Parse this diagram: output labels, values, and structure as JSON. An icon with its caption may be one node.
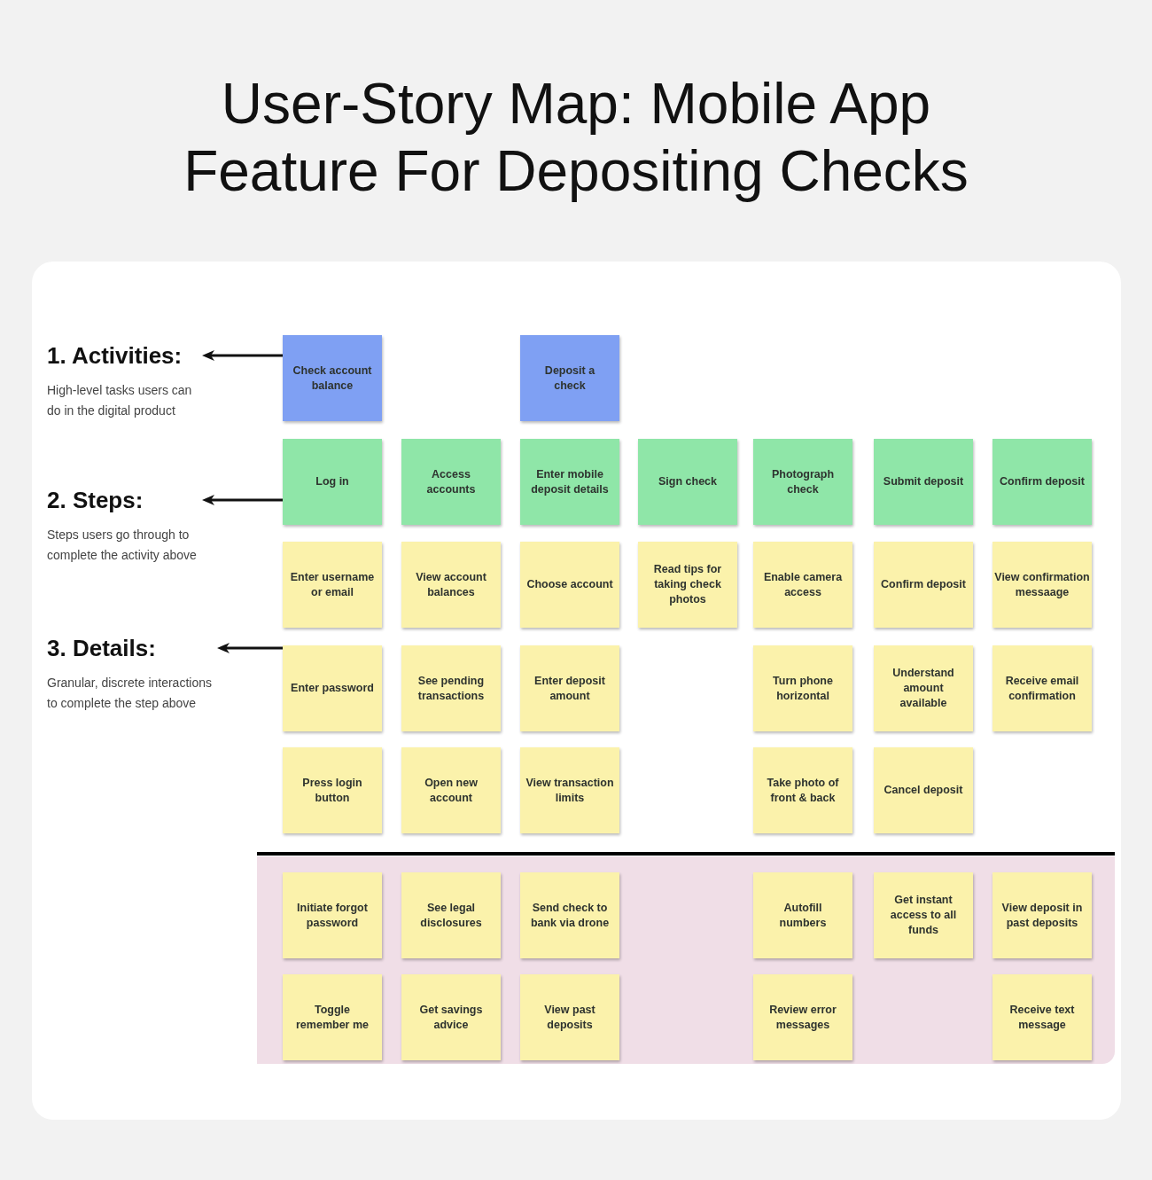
{
  "diagram": {
    "title": "User-Story Map: Mobile App Feature For Depositing Checks",
    "nodes": [
      {
        "text": [
          "1. Activities:",
          "High-level tasks users can do in the digital product"
        ]
      },
      {
        "text": [
          "Check account balance"
        ]
      },
      {
        "text": [
          "Deposit a check"
        ]
      },
      {
        "text": [
          "2. Steps:",
          "Steps users go through to complete the activity above"
        ]
      },
      {
        "text": [
          "Log in"
        ]
      },
      {
        "text": [
          "Access accounts"
        ]
      },
      {
        "text": [
          "Enter mobile deposit details"
        ]
      },
      {
        "text": [
          "Sign check"
        ]
      },
      {
        "text": [
          "Photograph check"
        ]
      },
      {
        "text": [
          "Submit deposit"
        ]
      },
      {
        "text": [
          "Confirm deposit"
        ]
      },
      {
        "text": [
          "Enter username or email"
        ]
      },
      {
        "text": [
          "View account balances"
        ]
      },
      {
        "text": [
          "Choose account"
        ]
      },
      {
        "text": [
          "Read tips for taking check photos"
        ]
      },
      {
        "text": [
          "Enable camera access"
        ]
      },
      {
        "text": [
          "Confirm deposit"
        ]
      },
      {
        "text": [
          "View confirmation messaage"
        ]
      },
      {
        "text": [
          "3. Details:",
          "Granular, discrete interactions to complete the step above"
        ]
      },
      {
        "text": [
          "Enter password"
        ]
      },
      {
        "text": [
          "See pending transactions"
        ]
      },
      {
        "text": [
          "Enter deposit amount"
        ]
      },
      {
        "text": [
          "Turn phone horizontal"
        ]
      },
      {
        "text": [
          "Understand amount available"
        ]
      },
      {
        "text": [
          "Receive email confirmation"
        ]
      },
      {
        "text": [
          "Press login button"
        ]
      },
      {
        "text": [
          "Open new account"
        ]
      },
      {
        "text": [
          "View transaction limits"
        ]
      },
      {
        "text": [
          "Take photo of front & back"
        ]
      },
      {
        "text": [
          "Cancel deposit"
        ]
      },
      {
        "text": [],
        "shape": "band"
      },
      {
        "text": [
          "Initiate forgot password"
        ],
        "in": 30
      },
      {
        "text": [
          "See legal disclosures"
        ],
        "in": 30
      },
      {
        "text": [
          "Send check to bank via drone"
        ],
        "in": 30
      },
      {
        "text": [
          "Autofill numbers"
        ],
        "in": 30
      },
      {
        "text": [
          "Get instant access to all funds"
        ],
        "in": 30
      },
      {
        "text": [
          "View deposit in past deposits"
        ],
        "in": 30
      },
      {
        "text": [
          "Toggle remember me"
        ],
        "in": 30
      },
      {
        "text": [
          "Get savings advice"
        ],
        "in": 30
      },
      {
        "text": [
          "View past deposits"
        ],
        "in": 30
      },
      {
        "text": [
          "Review error messages"
        ],
        "in": 30
      },
      {
        "text": [
          "Receive text message"
        ],
        "in": 30
      }
    ],
    "edges": [
      {
        "from": 1,
        "to": 0,
        "arrow": "to"
      },
      {
        "from": 4,
        "to": 3,
        "arrow": "to"
      },
      {
        "from": 19,
        "to": 18,
        "arrow": "to"
      }
    ]
  }
}
